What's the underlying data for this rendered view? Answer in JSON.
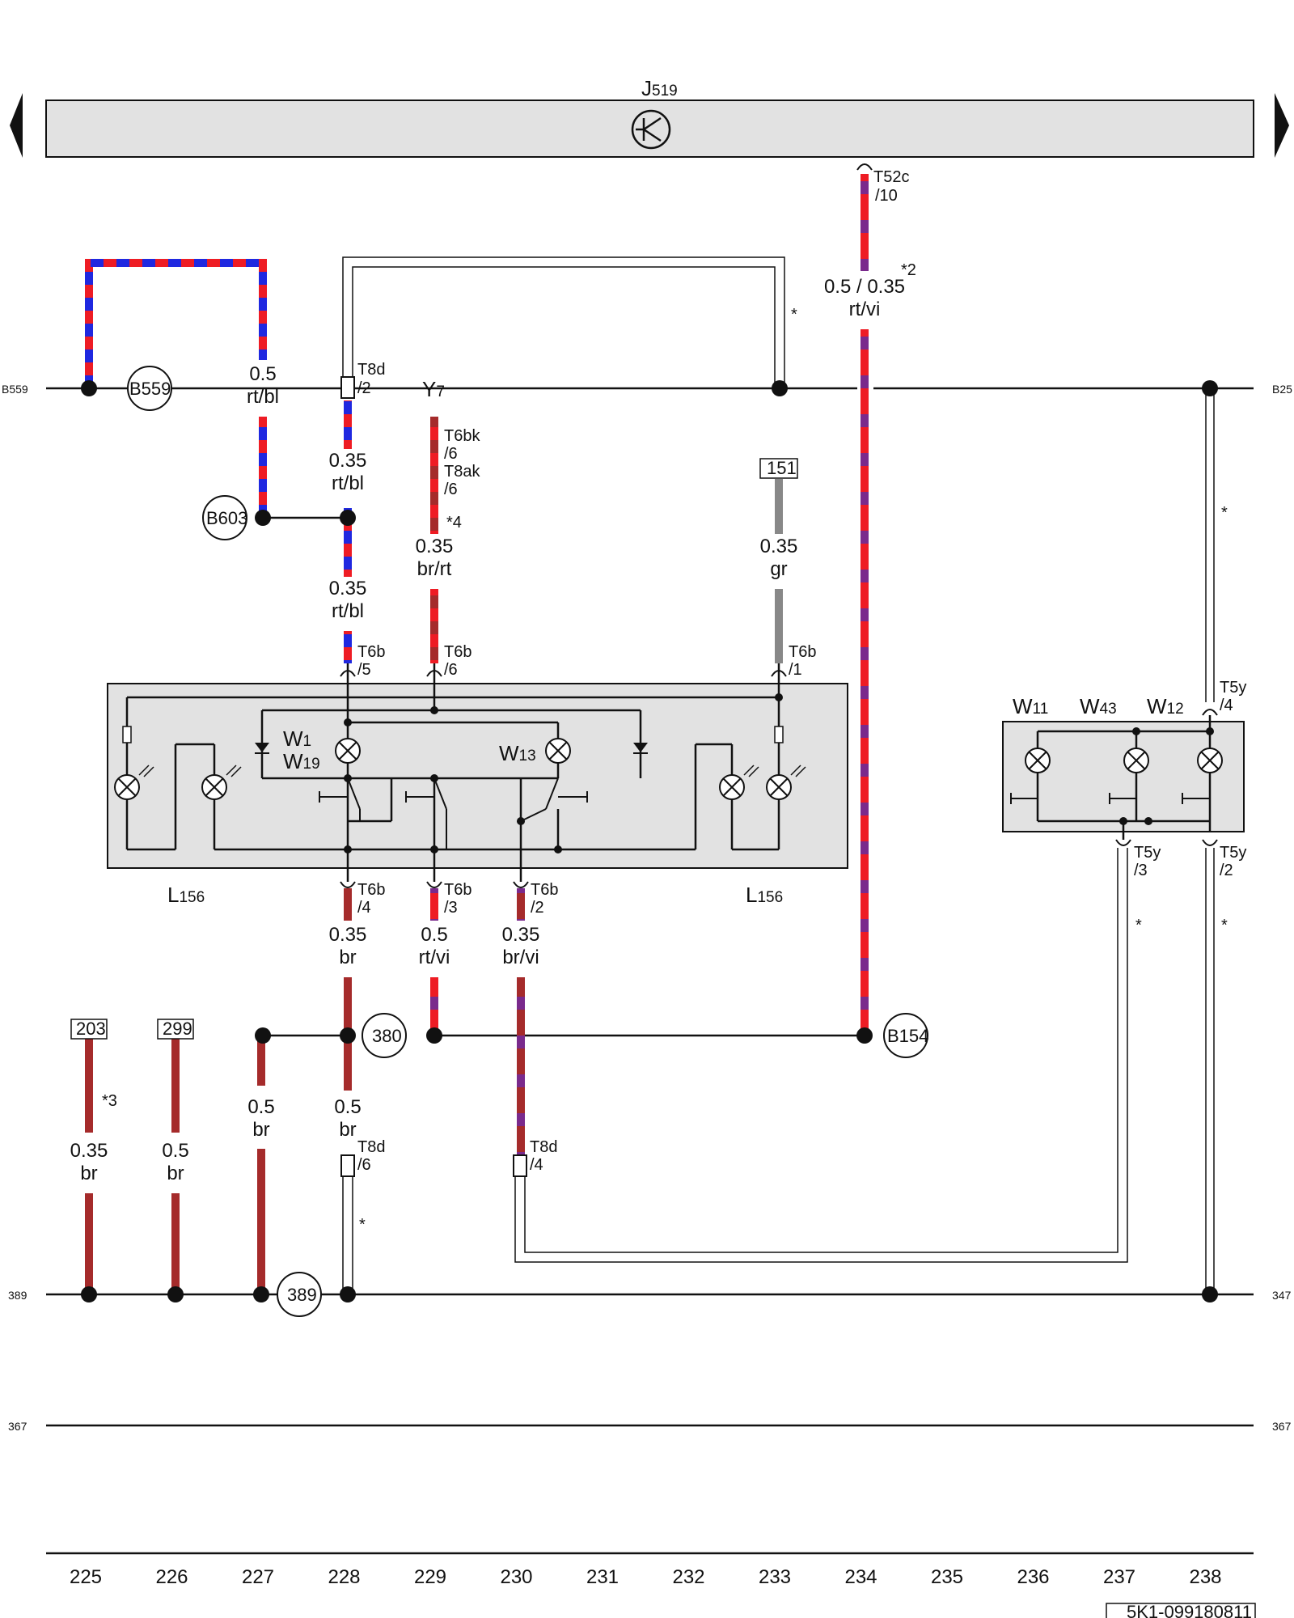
{
  "colors": {
    "red": "#ee1c24",
    "blue": "#1f28e0",
    "brown": "#a52b2b",
    "violet": "#7a2a8c",
    "grey": "#888888",
    "panel": "#e2e2e2"
  },
  "header": {
    "control_unit": "J",
    "control_unit_sub": "519",
    "icon": "control-unit-symbol-icon"
  },
  "edge_labels": {
    "b559_left": "B559",
    "b559_right": "B25",
    "r389_left": "389",
    "r347_right": "347",
    "r367_left": "367",
    "r367_right": "367"
  },
  "footer": {
    "columns": [
      "225",
      "226",
      "227",
      "228",
      "229",
      "230",
      "231",
      "232",
      "233",
      "234",
      "235",
      "236",
      "237",
      "238"
    ],
    "doc_id": "5K1-099180811"
  },
  "wire_labels": {
    "w_b559_gauge": "0.5",
    "w_b559_color": "rt/bl",
    "w_t8d2_gauge": "0.35",
    "w_t8d2_color": "rt/bl",
    "w_t6b5_gauge": "0.35",
    "w_t6b5_color": "rt/bl",
    "w_y7_gauge": "0.35",
    "w_y7_color": "br/rt",
    "w_151_gauge": "0.35",
    "w_151_color": "gr",
    "w_j519_gauge": "0.5 / 0.35",
    "w_j519_color": "rt/vi",
    "w_j519_note": "*2",
    "w_t6b4_gauge": "0.35",
    "w_t6b4_color": "br",
    "w_t6b3_gauge": "0.5",
    "w_t6b3_color": "rt/vi",
    "w_t6b2_gauge": "0.35",
    "w_t6b2_color": "br/vi",
    "w_203_gauge": "0.35",
    "w_203_color": "br",
    "w_203_note": "*3",
    "w_299_gauge": "0.5",
    "w_299_color": "br",
    "w_227_gauge": "0.5",
    "w_227_color": "br",
    "w_228_gauge": "0.5",
    "w_228_color": "br"
  },
  "connectors": {
    "t52c": "T52c",
    "t52c_pin": "/10",
    "t8d_a": "T8d",
    "t8d_a_pin": "/2",
    "t6bk": "T6bk",
    "t6bk_pin": "/6",
    "t8ak": "T8ak",
    "t8ak_pin": "/6",
    "y7_note": "*4",
    "t6b_5": "T6b",
    "t6b_5_pin": "/5",
    "t6b_6": "T6b",
    "t6b_6_pin": "/6",
    "t6b_1": "T6b",
    "t6b_1_pin": "/1",
    "t6b_4": "T6b",
    "t6b_4_pin": "/4",
    "t6b_3": "T6b",
    "t6b_3_pin": "/3",
    "t6b_2": "T6b",
    "t6b_2_pin": "/2",
    "t8d_b": "T8d",
    "t8d_b_pin": "/6",
    "t8d_c": "T8d",
    "t8d_c_pin": "/4",
    "t5y_4": "T5y",
    "t5y_4_pin": "/4",
    "t5y_3": "T5y",
    "t5y_3_pin": "/3",
    "t5y_2": "T5y",
    "t5y_2_pin": "/2"
  },
  "ground_points": {
    "b559": "B559",
    "b603": "B603",
    "b154": "B154",
    "p380": "380",
    "p389": "389"
  },
  "references": {
    "r151": "151",
    "r203": "203",
    "r299": "299"
  },
  "components": {
    "y7": "Y",
    "y7_sub": "7",
    "l156_left": "L",
    "l156_left_sub": "156",
    "l156_right": "L",
    "l156_right_sub": "156",
    "w1": "W",
    "w1_sub": "1",
    "w19": "W",
    "w19_sub": "19",
    "w13": "W",
    "w13_sub": "13",
    "w11": "W",
    "w11_sub": "11",
    "w43": "W",
    "w43_sub": "43",
    "w12": "W",
    "w12_sub": "12"
  },
  "notes": {
    "star": "*"
  }
}
